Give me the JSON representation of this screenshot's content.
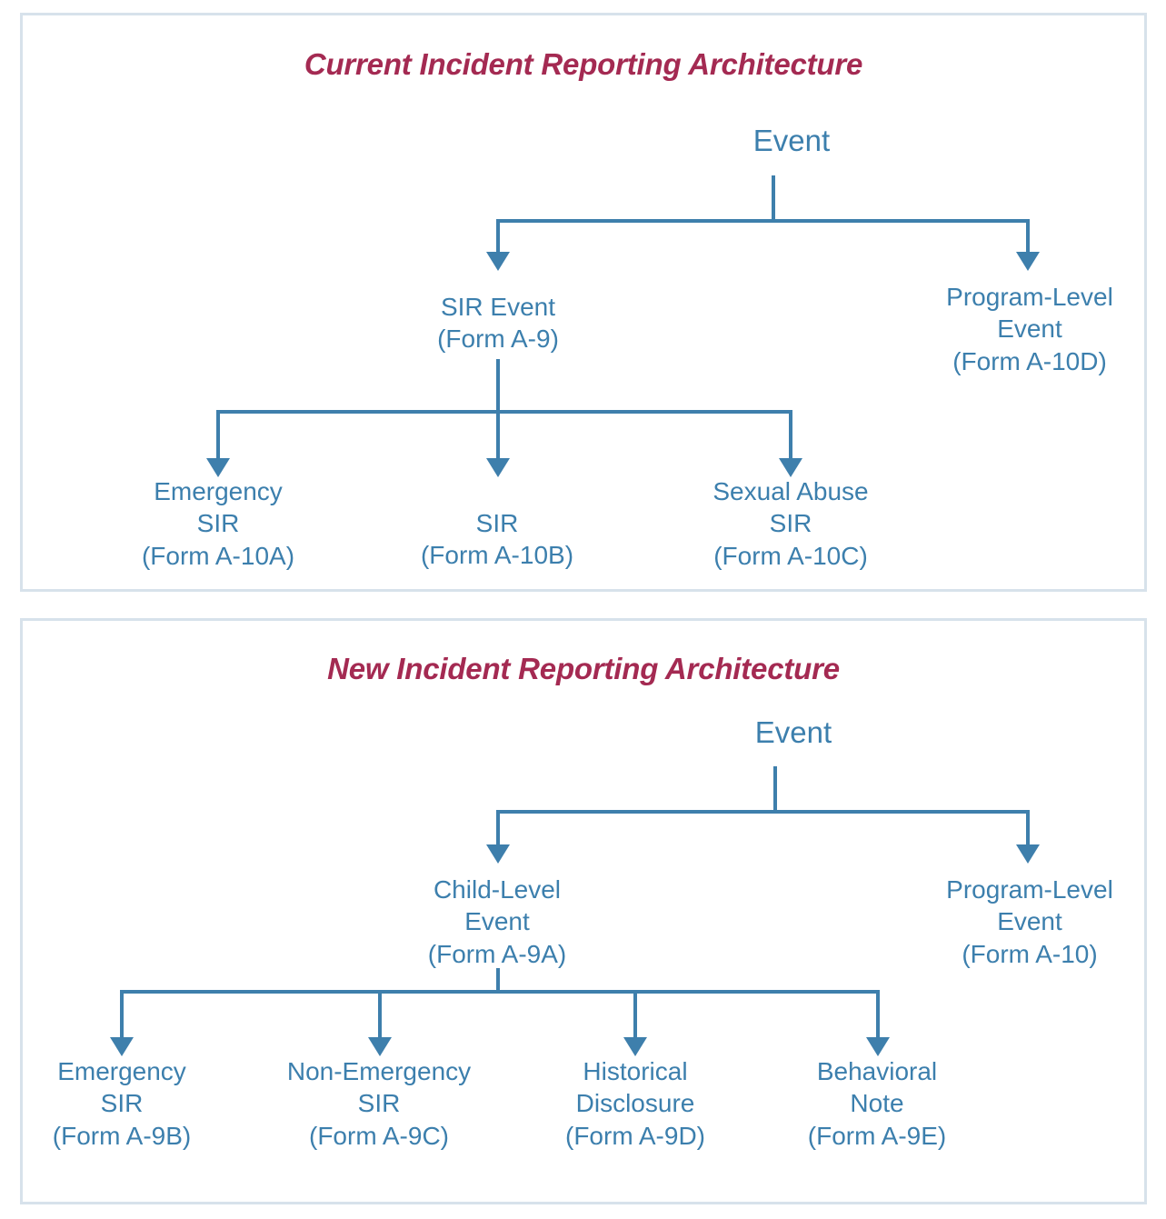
{
  "panels": [
    {
      "id": "current",
      "title": "Current Incident Reporting Architecture",
      "title_color": "#A42A52",
      "node_color": "#3C7FAD",
      "connector_color": "#3E7FAC",
      "border_color": "#D7E2EB",
      "nodes": {
        "root": "Event",
        "sir_event": "SIR Event\n(Form A-9)",
        "program_level": "Program-Level\nEvent\n(Form A-10D)",
        "emergency_sir": "Emergency\nSIR\n(Form A-10A)",
        "sir": "SIR\n(Form A-10B)",
        "sexual_abuse_sir": "Sexual Abuse\nSIR\n(Form A-10C)"
      }
    },
    {
      "id": "new",
      "title": "New Incident Reporting Architecture",
      "title_color": "#A42A52",
      "node_color": "#3C7FAD",
      "connector_color": "#3E7FAC",
      "border_color": "#D7E2EB",
      "nodes": {
        "root": "Event",
        "child_level": "Child-Level\nEvent\n(Form A-9A)",
        "program_level": "Program-Level\nEvent\n(Form A-10)",
        "emergency_sir": "Emergency\nSIR\n(Form A-9B)",
        "non_emergency_sir": "Non-Emergency\nSIR\n(Form A-9C)",
        "historical_disclosure": "Historical\nDisclosure\n(Form A-9D)",
        "behavioral_note": "Behavioral\nNote\n(Form A-9E)"
      }
    }
  ]
}
